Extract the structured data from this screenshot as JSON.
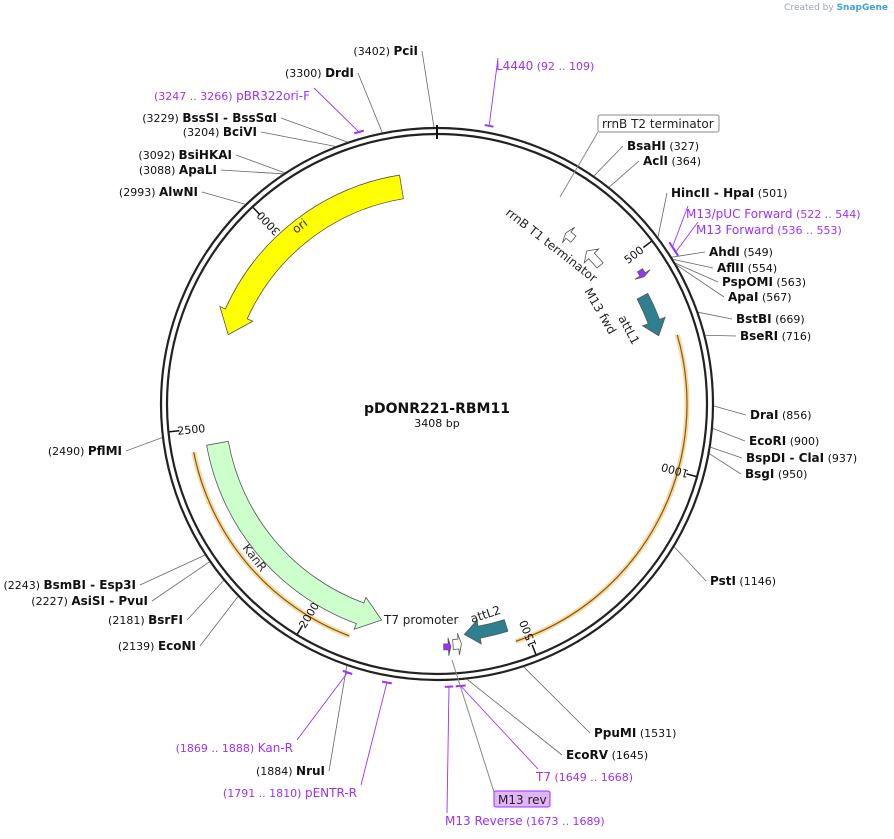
{
  "watermark": {
    "created_by": "Created by",
    "brand": "SnapGene"
  },
  "plasmid": {
    "name": "pDONR221-RBM11",
    "length": "3408 bp",
    "length_bp": 3408
  },
  "colors": {
    "backbone": "#222222",
    "ori": "#ffff00",
    "kanr": "#ccffcc",
    "attL": "#2e7f8f",
    "primer": "#9b30ff",
    "orf": "#f0a030",
    "leader": "#666666"
  },
  "ticks": [
    {
      "pos": 500,
      "label": "500"
    },
    {
      "pos": 1000,
      "label": "1000"
    },
    {
      "pos": 1500,
      "label": "1500"
    },
    {
      "pos": 2000,
      "label": "2000"
    },
    {
      "pos": 2500,
      "label": "2500"
    },
    {
      "pos": 3000,
      "label": "3000"
    }
  ],
  "features": [
    {
      "name": "ori",
      "type": "ori",
      "start": 2730,
      "end": 3320,
      "strand": -1
    },
    {
      "name": "KanR",
      "type": "cds",
      "start": 1840,
      "end": 2460,
      "strand": -1
    },
    {
      "name": "attL1",
      "type": "attL",
      "start": 590,
      "end": 690,
      "strand": 1
    },
    {
      "name": "attL2",
      "type": "attL",
      "start": 1540,
      "end": 1640,
      "strand": 1
    },
    {
      "name": "rrnB T1 terminator",
      "type": "terminator",
      "start": 420,
      "end": 470,
      "strand": -1
    },
    {
      "name": "rrnB T2 terminator",
      "type": "terminator",
      "start": 350,
      "end": 375,
      "strand": -1
    },
    {
      "name": "M13 fwd",
      "type": "primer_bind",
      "start": 536,
      "end": 553,
      "strand": 1
    },
    {
      "name": "M13 rev",
      "type": "primer_bind",
      "start": 1673,
      "end": 1689,
      "strand": -1
    },
    {
      "name": "T7 promoter",
      "type": "promoter",
      "start": 1649,
      "end": 1668,
      "strand": -1
    }
  ],
  "inner_labels": {
    "ori": "ori",
    "kanr": "KanR",
    "attL1": "attL1",
    "attL2": "attL2",
    "t1": "rrnB T1 terminator",
    "m13fwd": "M13 fwd",
    "t7": "T7 promoter"
  },
  "orfs": [
    {
      "start": 700,
      "end": 1530
    },
    {
      "start": 1900,
      "end": 2450
    }
  ],
  "sites": [
    {
      "name": "PciI",
      "coord": "(3402)",
      "pos": 3402,
      "side": "top"
    },
    {
      "name": "DrdI",
      "coord": "(3300)",
      "pos": 3300,
      "side": "left"
    },
    {
      "name": "BssSI - BssSαI",
      "coord": "(3229)",
      "pos": 3229,
      "side": "left"
    },
    {
      "name": "BciVI",
      "coord": "(3204)",
      "pos": 3204,
      "side": "left"
    },
    {
      "name": "BsiHKAI",
      "coord": "(3092)",
      "pos": 3092,
      "side": "left"
    },
    {
      "name": "ApaLI",
      "coord": "(3088)",
      "pos": 3088,
      "side": "left"
    },
    {
      "name": "AlwNI",
      "coord": "(2993)",
      "pos": 2993,
      "side": "left"
    },
    {
      "name": "PflMI",
      "coord": "(2490)",
      "pos": 2490,
      "side": "left"
    },
    {
      "name": "BsmBI - Esp3I",
      "coord": "(2243)",
      "pos": 2243,
      "side": "left"
    },
    {
      "name": "AsiSI - PvuI",
      "coord": "(2227)",
      "pos": 2227,
      "side": "left"
    },
    {
      "name": "BsrFI",
      "coord": "(2181)",
      "pos": 2181,
      "side": "left"
    },
    {
      "name": "EcoNI",
      "coord": "(2139)",
      "pos": 2139,
      "side": "left"
    },
    {
      "name": "NruI",
      "coord": "(1884)",
      "pos": 1884,
      "side": "left"
    },
    {
      "name": "EcoRV",
      "coord": "(1645)",
      "pos": 1645,
      "side": "right"
    },
    {
      "name": "PpuMI",
      "coord": "(1531)",
      "pos": 1531,
      "side": "right"
    },
    {
      "name": "PstI",
      "coord": "(1146)",
      "pos": 1146,
      "side": "right"
    },
    {
      "name": "BsgI",
      "coord": "(950)",
      "pos": 950,
      "side": "right"
    },
    {
      "name": "BspDI - ClaI",
      "coord": "(937)",
      "pos": 937,
      "side": "right"
    },
    {
      "name": "EcoRI",
      "coord": "(900)",
      "pos": 900,
      "side": "right"
    },
    {
      "name": "DraI",
      "coord": "(856)",
      "pos": 856,
      "side": "right"
    },
    {
      "name": "BseRI",
      "coord": "(716)",
      "pos": 716,
      "side": "right"
    },
    {
      "name": "BstBI",
      "coord": "(669)",
      "pos": 669,
      "side": "right"
    },
    {
      "name": "ApaI",
      "coord": "(567)",
      "pos": 567,
      "side": "right"
    },
    {
      "name": "PspOMI",
      "coord": "(563)",
      "pos": 563,
      "side": "right"
    },
    {
      "name": "AflII",
      "coord": "(554)",
      "pos": 554,
      "side": "right"
    },
    {
      "name": "AhdI",
      "coord": "(549)",
      "pos": 549,
      "side": "right"
    },
    {
      "name": "HincII - HpaI",
      "coord": "(501)",
      "pos": 501,
      "side": "right"
    },
    {
      "name": "AclI",
      "coord": "(364)",
      "pos": 364,
      "side": "right"
    },
    {
      "name": "BsaHI",
      "coord": "(327)",
      "pos": 327,
      "side": "right"
    }
  ],
  "primers": [
    {
      "name": "L4440",
      "coord": "(92 .. 109)",
      "start": 92,
      "end": 109
    },
    {
      "name": "pBR322ori-F",
      "coord": "(3247 .. 3266)",
      "start": 3247,
      "end": 3266
    },
    {
      "name": "M13/pUC Forward",
      "coord": "(522 .. 544)",
      "start": 522,
      "end": 544
    },
    {
      "name": "M13 Forward",
      "coord": "(536 .. 553)",
      "start": 536,
      "end": 553
    },
    {
      "name": "Kan-R",
      "coord": "(1869 .. 1888)",
      "start": 1869,
      "end": 1888
    },
    {
      "name": "pENTR-R",
      "coord": "(1791 .. 1810)",
      "start": 1791,
      "end": 1810
    },
    {
      "name": "T7",
      "coord": "(1649 .. 1668)",
      "start": 1649,
      "end": 1668
    },
    {
      "name": "M13 Reverse",
      "coord": "(1673 .. 1689)",
      "start": 1673,
      "end": 1689
    }
  ],
  "boxed_labels": {
    "rrnb_t2": "rrnB T2 terminator",
    "m13_rev": "M13 rev"
  }
}
